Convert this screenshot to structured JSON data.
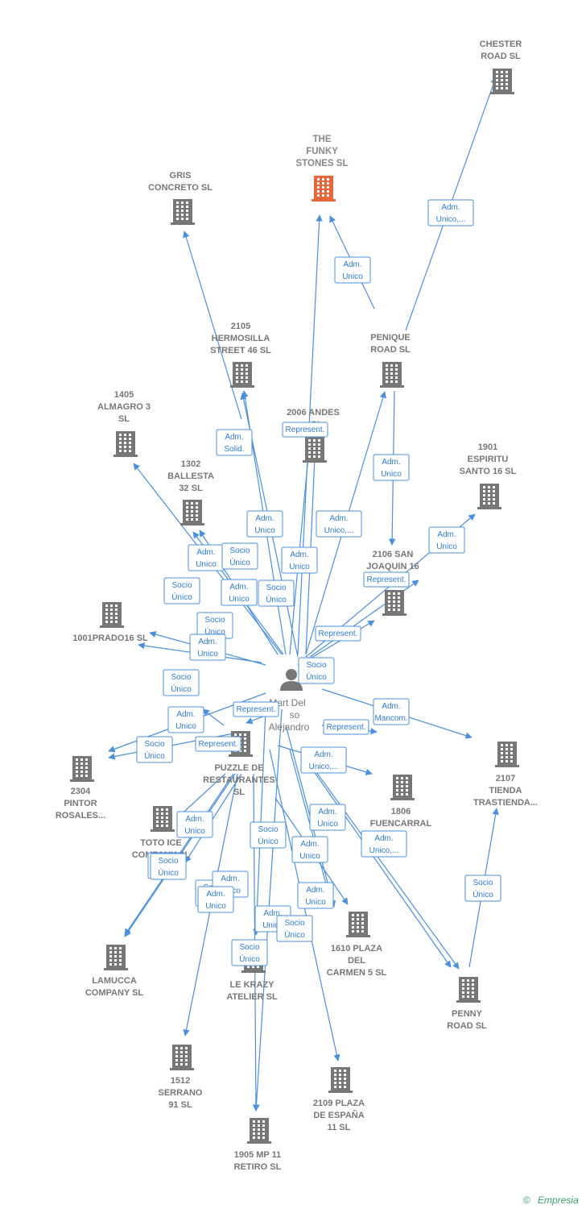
{
  "diagram": {
    "center_person": {
      "id": "person",
      "label_lines": [
        "Mart Del",
        "so",
        "Alejandro"
      ]
    },
    "nodes": [
      {
        "id": "chester",
        "label_lines": [
          "CHESTER",
          "ROAD  SL"
        ],
        "highlight": false
      },
      {
        "id": "funky",
        "label_lines": [
          "THE",
          "FUNKY",
          "STONES  SL"
        ],
        "highlight": true
      },
      {
        "id": "gris",
        "label_lines": [
          "GRIS",
          "CONCRETO  SL"
        ],
        "highlight": false
      },
      {
        "id": "hermosilla",
        "label_lines": [
          "2105",
          "HERMOSILLA",
          "STREET 46  SL"
        ],
        "highlight": false
      },
      {
        "id": "penique",
        "label_lines": [
          "PENIQUE",
          "ROAD SL"
        ],
        "highlight": false
      },
      {
        "id": "almagro",
        "label_lines": [
          "1405",
          "ALMAGRO 3",
          "SL"
        ],
        "highlight": false
      },
      {
        "id": "andes",
        "label_lines": [
          "2006 ANDES",
          "...SL"
        ],
        "highlight": false
      },
      {
        "id": "espiritu",
        "label_lines": [
          "1901",
          "ESPIRITU",
          "SANTO 16  SL"
        ],
        "highlight": false
      },
      {
        "id": "ballesta",
        "label_lines": [
          "1302",
          "BALLESTA",
          "32 SL"
        ],
        "highlight": false
      },
      {
        "id": "sanjoaquin",
        "label_lines": [
          "2106 SAN",
          "JOAQUIN 16"
        ],
        "highlight": false
      },
      {
        "id": "prado",
        "label_lines": [
          "1001PRADO16 SL"
        ],
        "highlight": false
      },
      {
        "id": "pintor",
        "label_lines": [
          "2304",
          "PINTOR",
          "ROSALES..."
        ],
        "highlight": false
      },
      {
        "id": "puzzle",
        "label_lines": [
          "PUZZLE DE",
          "RESTAURANTES",
          "SL"
        ],
        "highlight": false
      },
      {
        "id": "tienda",
        "label_lines": [
          "2107",
          "TIENDA",
          "TRASTIENDA..."
        ],
        "highlight": false
      },
      {
        "id": "fuencarral",
        "label_lines": [
          "1806",
          "FUENCARRAL",
          "SL"
        ],
        "highlight": false
      },
      {
        "id": "toto",
        "label_lines": [
          "TOTO ICE",
          "COMPANY  SL"
        ],
        "highlight": false
      },
      {
        "id": "plazacarmen",
        "label_lines": [
          "1610 PLAZA",
          "DEL",
          "CARMEN 5  SL"
        ],
        "highlight": false
      },
      {
        "id": "lamucca",
        "label_lines": [
          "LAMUCCA",
          "COMPANY SL"
        ],
        "highlight": false
      },
      {
        "id": "krazy",
        "label_lines": [
          "LE KRAZY",
          "ATELIER  SL"
        ],
        "highlight": false
      },
      {
        "id": "penny",
        "label_lines": [
          "PENNY",
          "ROAD  SL"
        ],
        "highlight": false
      },
      {
        "id": "serrano",
        "label_lines": [
          "1512",
          "SERRANO",
          "91  SL"
        ],
        "highlight": false
      },
      {
        "id": "espana",
        "label_lines": [
          "2109 PLAZA",
          "DE ESPAÑA",
          "11  SL"
        ],
        "highlight": false
      },
      {
        "id": "retiro",
        "label_lines": [
          "1905 MP 11",
          "RETIRO  SL"
        ],
        "highlight": false
      }
    ],
    "edge_labels": [
      [
        "Adm.",
        "Unico,..."
      ],
      [
        "Adm.",
        "Unico"
      ],
      [
        "Adm.",
        "Solid."
      ],
      [
        "Represent."
      ],
      [
        "Adm.",
        "Unico"
      ],
      [
        "Adm.",
        "Unico,..."
      ],
      [
        "Adm.",
        "Unico"
      ],
      [
        "Adm.",
        "Unico"
      ],
      [
        "Adm.",
        "Unico"
      ],
      [
        "Socio",
        "Único"
      ],
      [
        "Adm.",
        "Unico"
      ],
      [
        "Socio",
        "Único"
      ],
      [
        "Adm.",
        "Unico"
      ],
      [
        "Socio",
        "Único"
      ],
      [
        "Represent."
      ],
      [
        "Socio",
        "Único"
      ],
      [
        "Adm.",
        "Unico"
      ],
      [
        "Represent."
      ],
      [
        "Socio",
        "Único"
      ],
      [
        "Socio",
        "Único"
      ],
      [
        "Adm.",
        "Unico"
      ],
      [
        "Represent."
      ],
      [
        "Adm.",
        "Mancom."
      ],
      [
        "Socio",
        "Único"
      ],
      [
        "Represent."
      ],
      [
        "Represent."
      ],
      [
        "Adm.",
        "Unico,..."
      ],
      [
        "Adm.",
        "Unico"
      ],
      [
        "Adm.",
        "Unico"
      ],
      [
        "Adm.",
        "Unico,..."
      ],
      [
        "Adm.",
        "Unico"
      ],
      [
        "Socio",
        "Único"
      ],
      [
        "Socio",
        "Único"
      ],
      [
        "Adm.",
        "Unico"
      ],
      [
        "Adm.",
        "Unico"
      ],
      [
        "Adm.",
        "Unico"
      ],
      [
        "Socio",
        "Único"
      ],
      [
        "Adm.",
        "Unico"
      ],
      [
        "Socio",
        "Único"
      ],
      [
        "Socio",
        "Único"
      ],
      [
        "Socio",
        "Único"
      ],
      [
        "Adm.",
        "Unico"
      ]
    ],
    "colors": {
      "edge": "#4a8fe0",
      "node": "#777777",
      "highlight": "#e8663a"
    }
  },
  "footer": {
    "copyright_symbol": "©",
    "brand": "Empresia"
  }
}
